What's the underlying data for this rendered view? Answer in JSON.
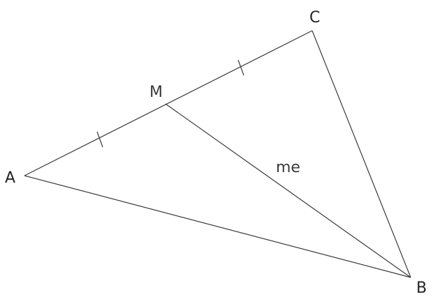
{
  "figure": {
    "vertices": {
      "A": "A",
      "B": "B",
      "C": "C",
      "M": "M"
    },
    "median_label": "me"
  }
}
